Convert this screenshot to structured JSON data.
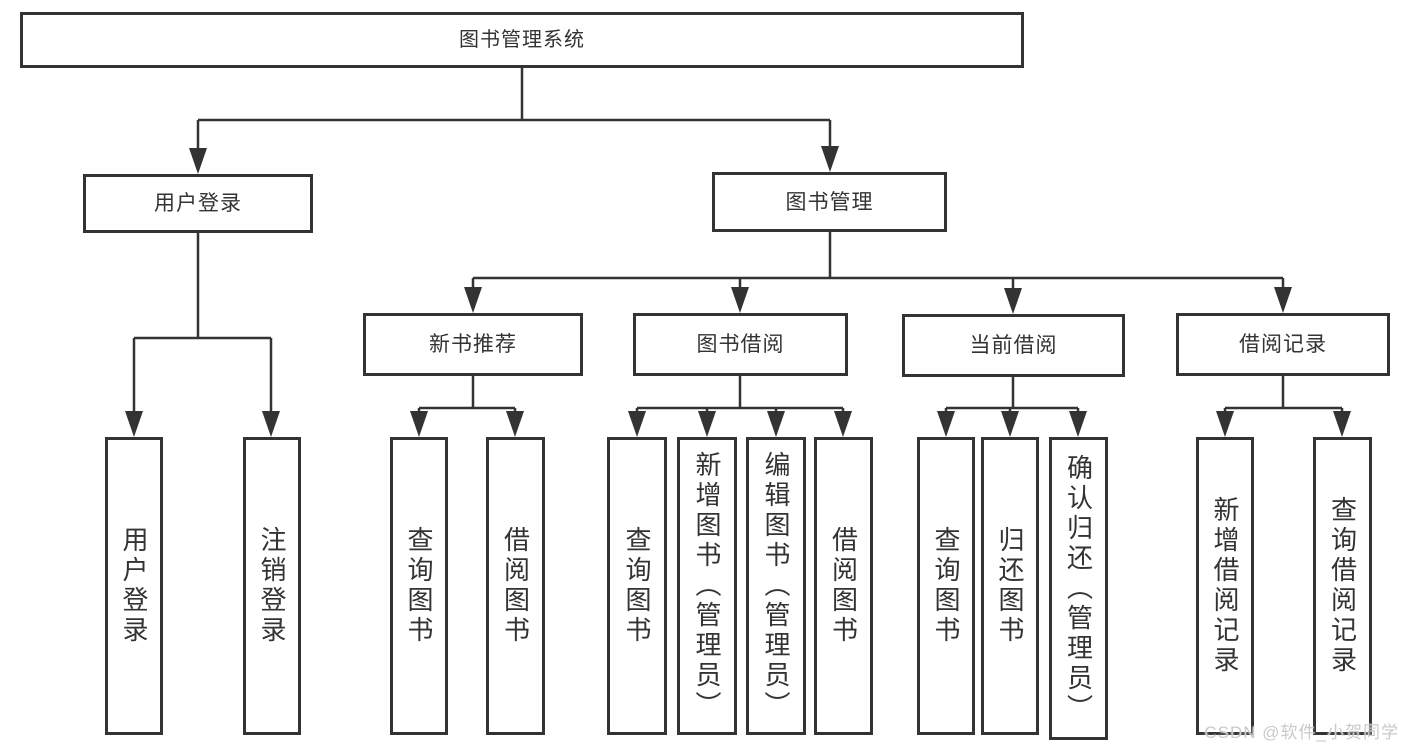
{
  "colors": {
    "line": "#333333",
    "box_border": "#333333",
    "text": "#333333",
    "background": "#ffffff",
    "watermark": "#c9c9c9"
  },
  "watermark": {
    "text": "CSDN @软件_小贺同学"
  },
  "tree": {
    "label": "图书管理系统",
    "children": [
      {
        "label": "用户登录",
        "children": [
          {
            "label": "用户登录"
          },
          {
            "label": "注销登录"
          }
        ]
      },
      {
        "label": "图书管理",
        "children": [
          {
            "label": "新书推荐",
            "children": [
              {
                "label": "查询图书"
              },
              {
                "label": "借阅图书"
              }
            ]
          },
          {
            "label": "图书借阅",
            "children": [
              {
                "label": "查询图书"
              },
              {
                "label": "新增图书（管理员）"
              },
              {
                "label": "编辑图书（管理员）"
              },
              {
                "label": "借阅图书"
              }
            ]
          },
          {
            "label": "当前借阅",
            "children": [
              {
                "label": "查询图书"
              },
              {
                "label": "归还图书"
              },
              {
                "label": "确认归还（管理员）"
              }
            ]
          },
          {
            "label": "借阅记录",
            "children": [
              {
                "label": "新增借阅记录"
              },
              {
                "label": "查询借阅记录"
              }
            ]
          }
        ]
      }
    ]
  }
}
